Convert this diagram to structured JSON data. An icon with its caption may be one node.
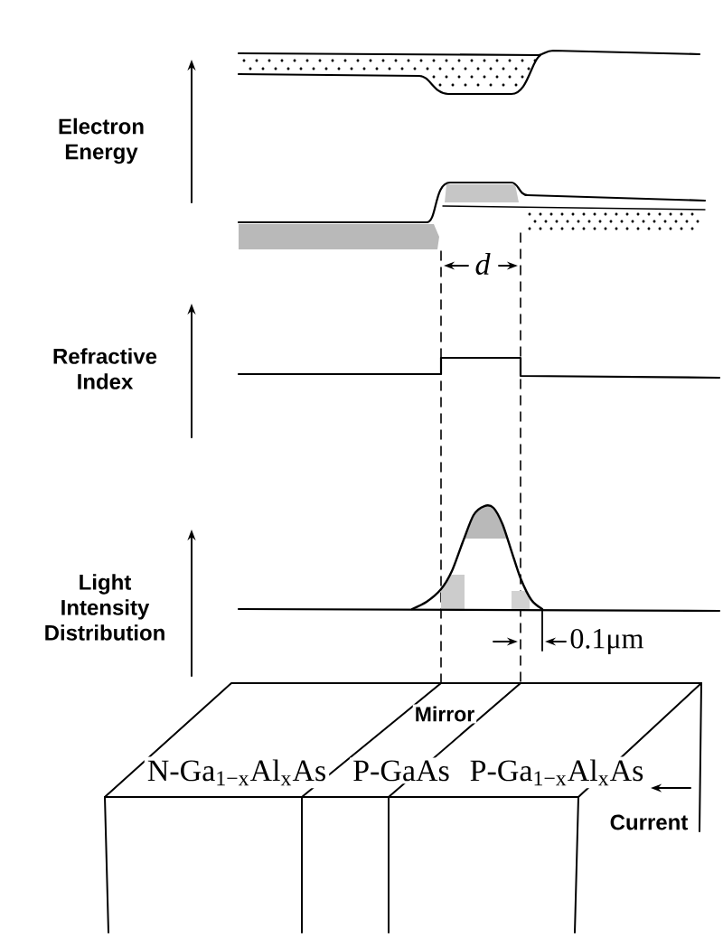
{
  "diagram": {
    "labels": [
      "Electron Energy",
      "d",
      "Refractive Index",
      "Light Intensity Distribution",
      "0.1μm",
      "Mirror",
      "N-Ga$_{1−x}$Al$_{x}$As",
      "P-GaAs",
      "P-Ga$_{1−x}$Al$_{x}$As",
      "Current"
    ]
  }
}
